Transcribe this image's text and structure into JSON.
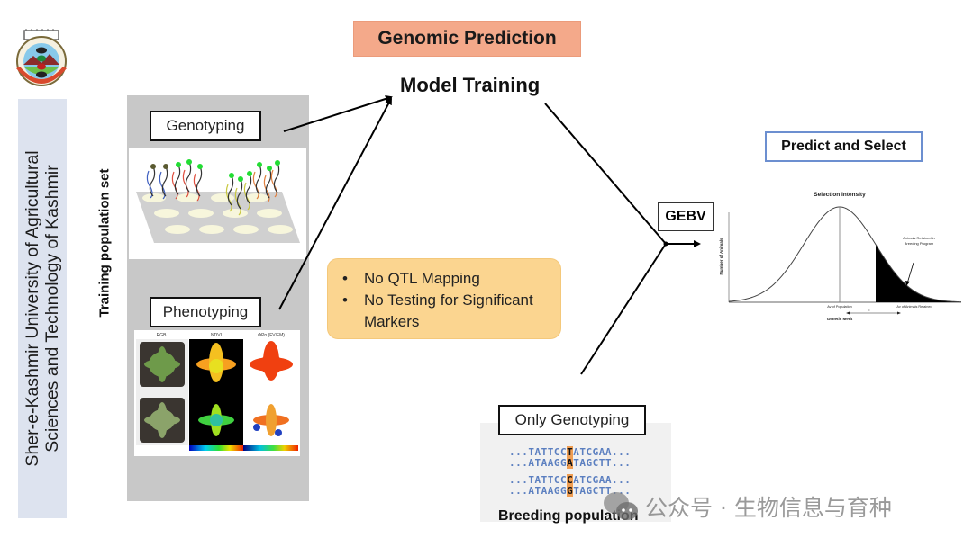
{
  "title": "Genomic Prediction",
  "model_training": "Model Training",
  "university": {
    "line1": "Sher-e-Kashmir University of Agricultural",
    "line2": "Sciences and Technology of Kashmir",
    "logo": "university-emblem"
  },
  "training": {
    "set_label": "Training population set",
    "genotyping_label": "Genotyping",
    "phenotyping_label": "Phenotyping",
    "pheno_columns": [
      "RGB",
      "NDVI",
      "ΦPo (FV/FM)"
    ]
  },
  "notes": {
    "items": [
      "No QTL Mapping",
      "No Testing for Significant Markers"
    ]
  },
  "gebv_label": "GEBV",
  "predict": {
    "label": "Predict and Select",
    "chart_title": "Selection Intensity",
    "y_label": "Number of Animals",
    "x_label": "Genetic Merit",
    "annotation": "Animals Retained in Breeding Program",
    "mean_label": "Av of Population",
    "retained_label": "Av of Animals Retained",
    "intensity_symbol": "i"
  },
  "breeding": {
    "label": "Only Genotyping",
    "population_label": "Breeding population",
    "sequences": [
      {
        "pre": "...TATTCC",
        "snp": "T",
        "post": "ATCGAA..."
      },
      {
        "pre": "...ATAAGG",
        "snp": "A",
        "post": "TAGCTT..."
      },
      {
        "pre": "...TATTCC",
        "snp": "C",
        "post": "ATCGAA..."
      },
      {
        "pre": "...ATAAGG",
        "snp": "G",
        "post": "TAGCTT..."
      }
    ]
  },
  "watermark": "公众号 · 生物信息与育种"
}
